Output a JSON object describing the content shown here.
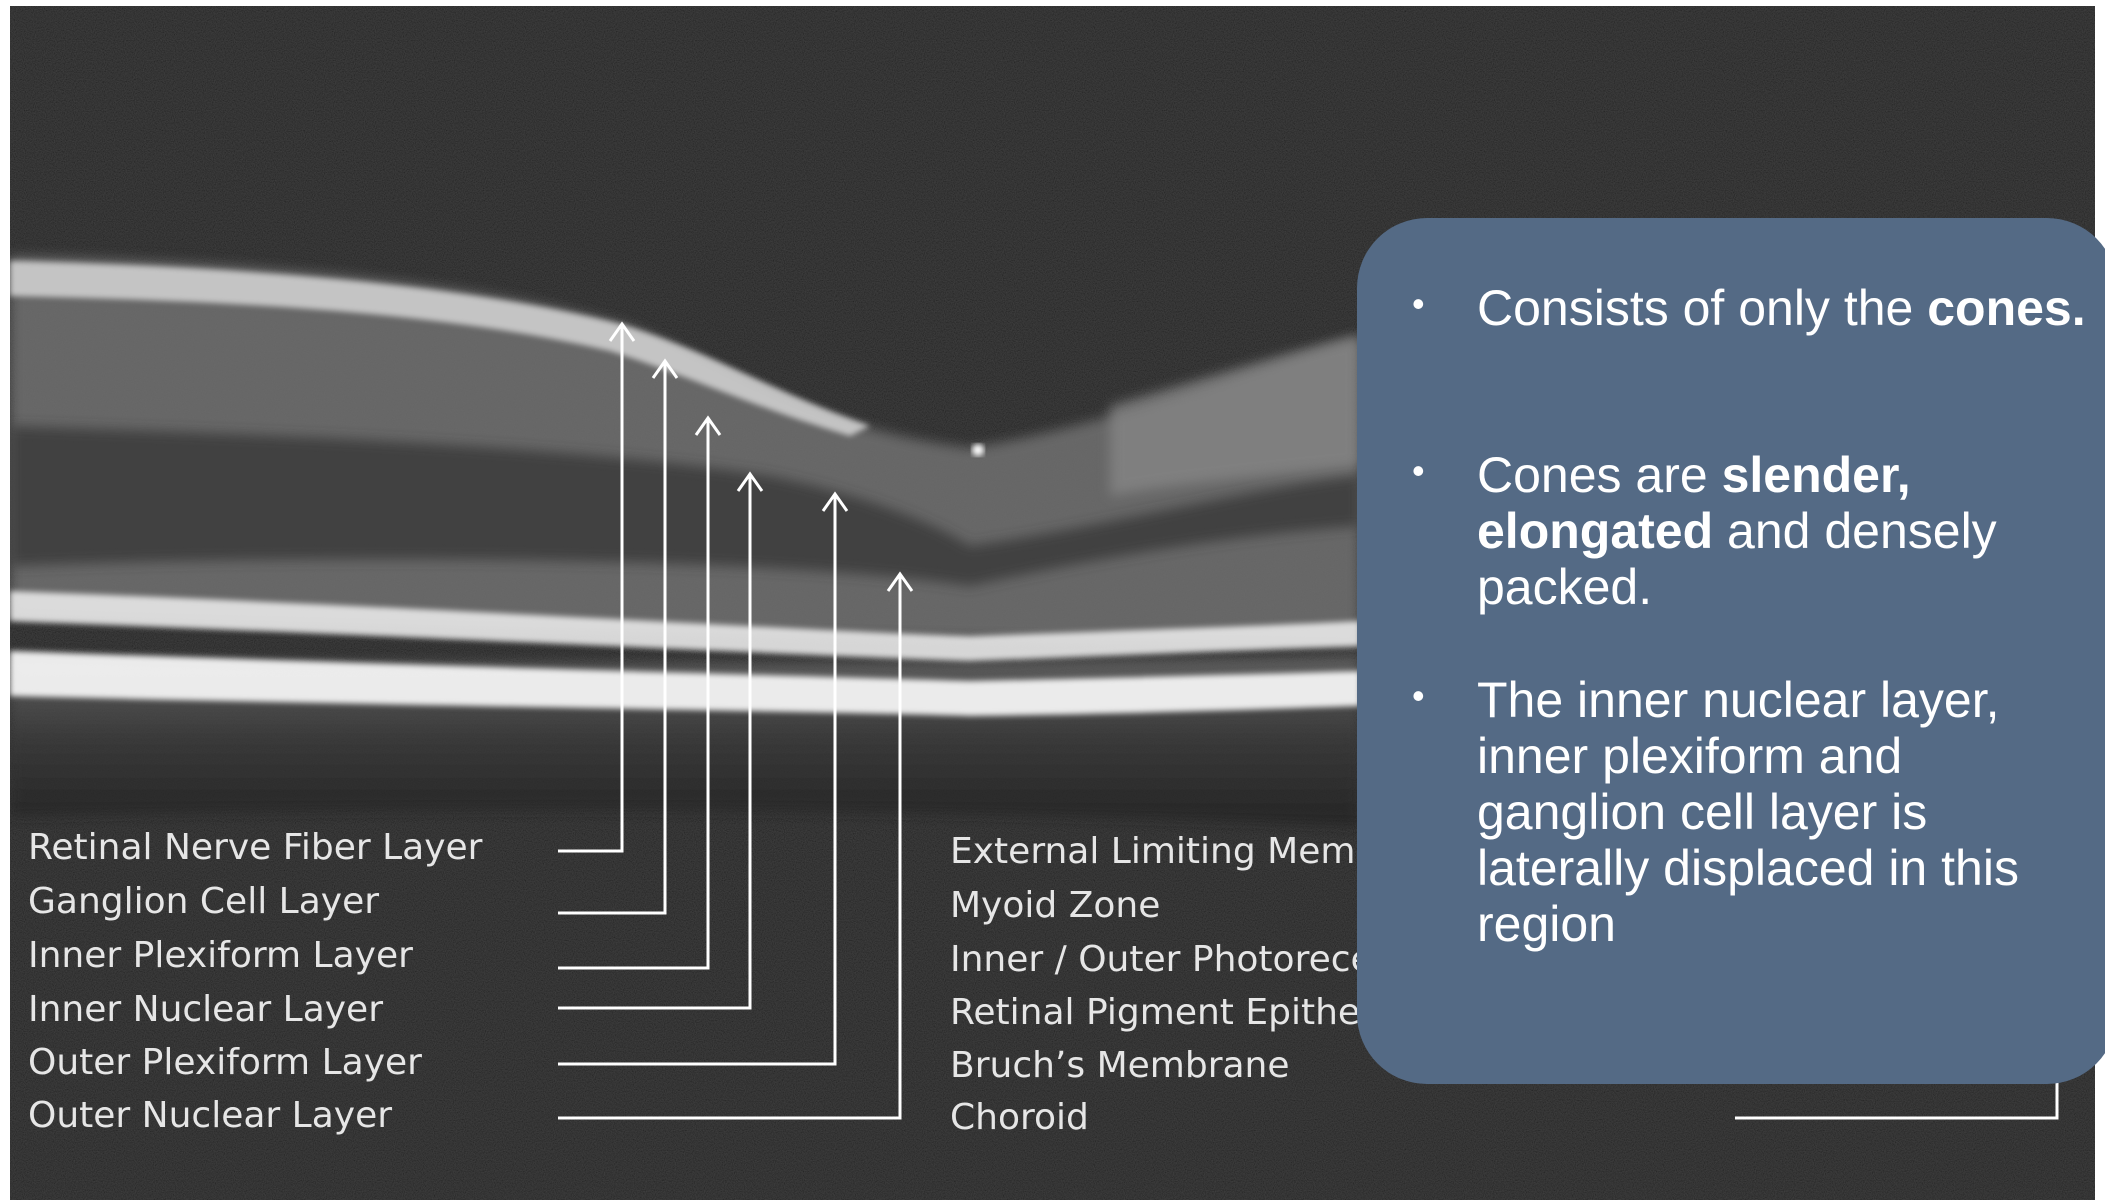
{
  "left_labels": [
    "Retinal Nerve Fiber Layer",
    "Ganglion Cell Layer",
    "Inner Plexiform Layer",
    "Inner Nuclear Layer",
    "Outer Plexiform Layer",
    "Outer Nuclear Layer"
  ],
  "right_labels": [
    "External Limiting Membrane",
    "Myoid Zone",
    "Inner / Outer Photoreceptor Segments",
    "Retinal Pigment Epithelium",
    "Bruch’s Membrane",
    "Choroid"
  ],
  "info_box": {
    "bullet_symbol": "•",
    "bullets": [
      {
        "parts": [
          {
            "text": "Consists of only the ",
            "bold": false
          },
          {
            "text": "cones.",
            "bold": true
          }
        ]
      },
      {
        "parts": [
          {
            "text": "Cones are ",
            "bold": false
          },
          {
            "text": "slender, elongated",
            "bold": true
          },
          {
            "text": " and densely packed.",
            "bold": false
          }
        ]
      },
      {
        "parts": [
          {
            "text": "The inner nuclear layer, inner plexiform and ganglion cell layer is laterally displaced in this region",
            "bold": false
          }
        ]
      }
    ]
  },
  "colors": {
    "background": "#1c1c1c",
    "box_fill": "#546a85",
    "label_text": "#e6e6e6",
    "arrow_lines": "#ffffff"
  }
}
